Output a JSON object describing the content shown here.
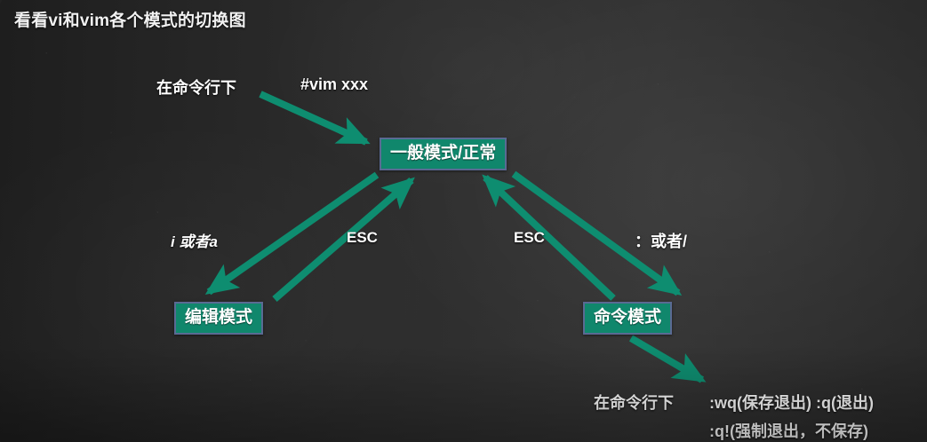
{
  "slide": {
    "title": "看看vi和vim各个模式的切换图",
    "background_color": "#2b2b2b",
    "accent_color": "#10876c",
    "node_border_color": "#5a6a93",
    "text_color": "#ffffff"
  },
  "nodes": [
    {
      "id": "normal",
      "label": "一般模式/正常"
    },
    {
      "id": "insert",
      "label": "编辑模式"
    },
    {
      "id": "command",
      "label": "命令模式"
    }
  ],
  "labels": {
    "entry_prefix": "在命令行下",
    "entry_command": "#vim  xxx",
    "to_insert": "i 或者a",
    "insert_escape": "ESC",
    "command_escape": "ESC",
    "to_command": "：或者/",
    "bottom_prefix": "在命令行下",
    "bottom_line1": ":wq(保存退出)  :q(退出)",
    "bottom_line2": ":q!(强制退出，不保存)"
  },
  "arrows": [
    {
      "id": "arrow-entry-to-normal",
      "from": "在命令行下 / #vim xxx",
      "to": "一般模式/正常"
    },
    {
      "id": "arrow-normal-to-insert",
      "from": "一般模式/正常",
      "to": "编辑模式",
      "label": "i 或者a"
    },
    {
      "id": "arrow-insert-to-normal",
      "from": "编辑模式",
      "to": "一般模式/正常",
      "label": "ESC"
    },
    {
      "id": "arrow-normal-to-command",
      "from": "一般模式/正常",
      "to": "命令模式",
      "label": "：或者/"
    },
    {
      "id": "arrow-command-to-normal",
      "from": "命令模式",
      "to": "一般模式/正常",
      "label": "ESC"
    },
    {
      "id": "arrow-command-to-exit",
      "from": "命令模式",
      "to": "在命令行下 退出命令"
    }
  ]
}
